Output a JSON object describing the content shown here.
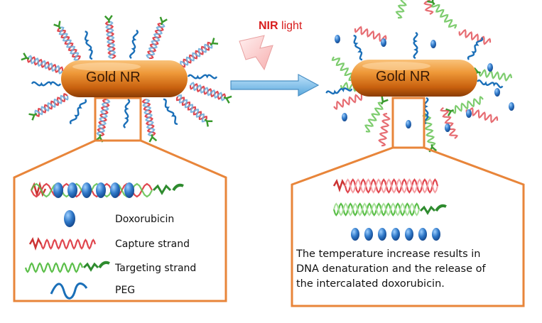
{
  "nanorod_left_label": "Gold NR",
  "nanorod_right_label": "Gold NR",
  "trigger": {
    "bold": "NIR",
    "rest": " light"
  },
  "legend": {
    "doxorubicin": "Doxorubicin",
    "capture": "Capture strand",
    "targeting": "Targeting strand",
    "peg": "PEG"
  },
  "caption_lines": [
    "The temperature increase results in",
    "DNA denaturation and the release of",
    "the intercalated doxorubicin."
  ],
  "colors": {
    "gold": "#e07a1c",
    "capture_red": "#e0474f",
    "targeting_green": "#5cbf4a",
    "peg_blue": "#1a6fb8",
    "dox_blue": "#2563b0",
    "frame_orange": "#e8853a",
    "arrow_blue": "#7cc0e8",
    "nir_red": "#d81e1e"
  }
}
